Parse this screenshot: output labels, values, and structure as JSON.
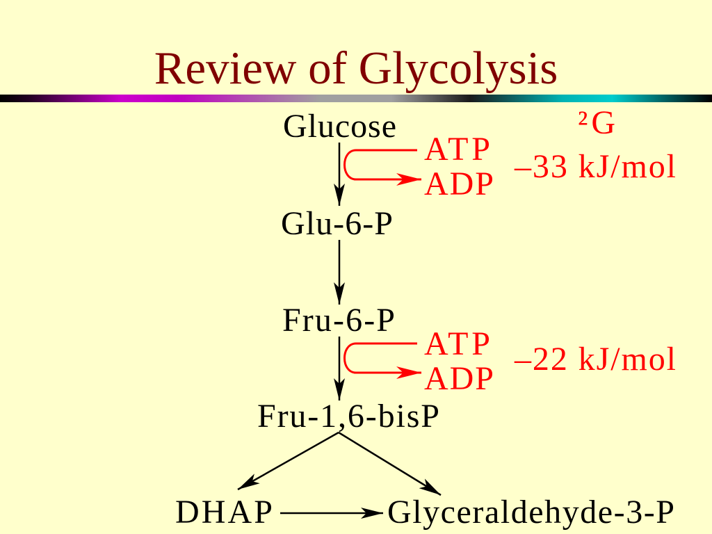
{
  "slide": {
    "title": "Review of Glycolysis",
    "delta_g_header": "²G",
    "pathway": {
      "glucose": "Glucose",
      "glu6p": "Glu-6-P",
      "fru6p": "Fru-6-P",
      "fru16bisp": "Fru-1,6-bisP",
      "dhap": "DHAP",
      "gap": "Glyceraldehyde-3-P"
    },
    "step_hexokinase": {
      "consumed": "ATP",
      "produced": "ADP",
      "delta_g": "–33 kJ/mol"
    },
    "step_pfk": {
      "consumed": "ATP",
      "produced": "ADP",
      "delta_g": "–22 kJ/mol"
    }
  },
  "colors": {
    "background": "#FFFFCC",
    "title": "#800000",
    "cofactor_red": "#FF0000",
    "ink": "#000000",
    "divider_magenta": "#CC00CC",
    "divider_gray": "#A0A0A0",
    "divider_cyan": "#00CCCC"
  }
}
